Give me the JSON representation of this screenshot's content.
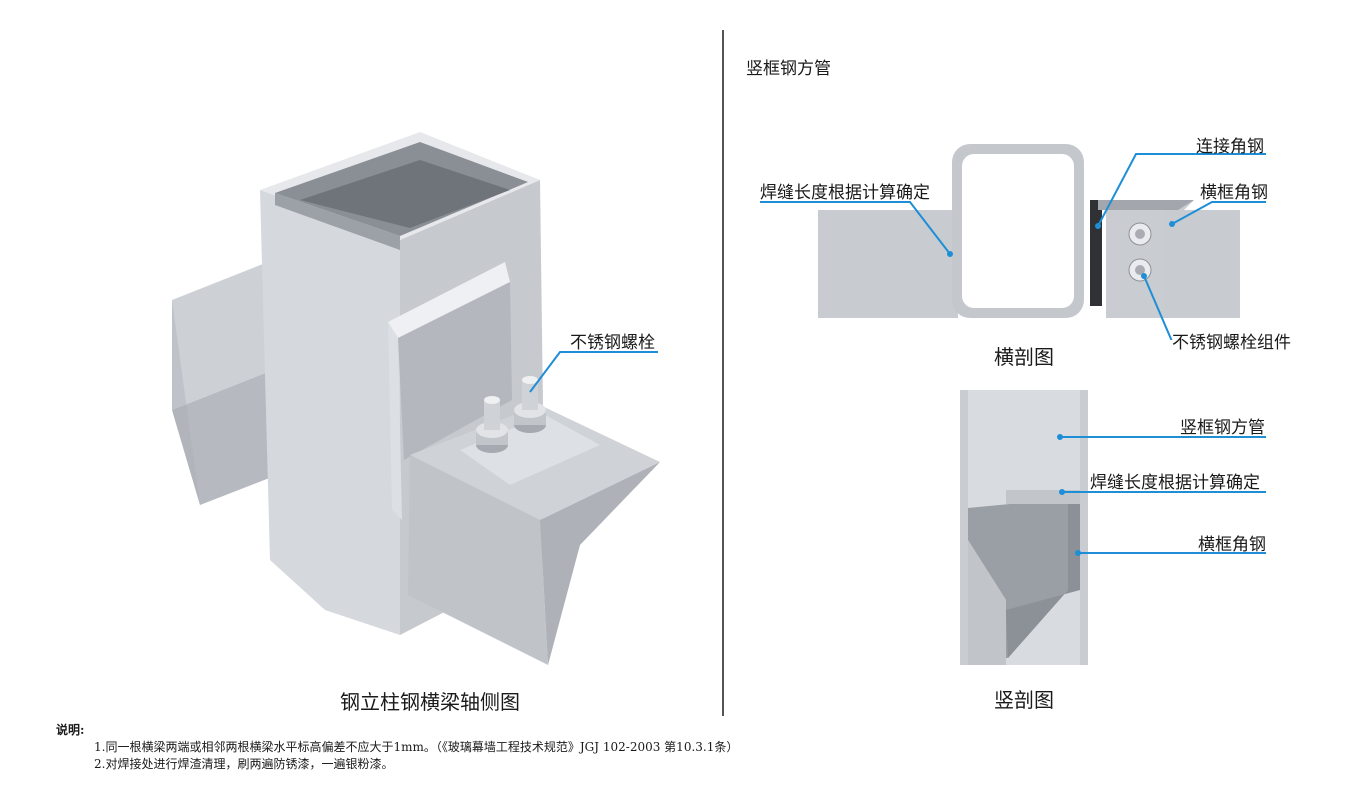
{
  "iso_view": {
    "caption": "钢立柱钢横梁轴侧图",
    "label_bolt": "不锈钢螺栓"
  },
  "section_h": {
    "heading": "竖框钢方管",
    "caption": "横剖图",
    "label_weld": "焊缝长度根据计算确定",
    "label_connect_angle": "连接角钢",
    "label_transom_angle": "横框角钢",
    "label_bolt_assembly": "不锈钢螺栓组件"
  },
  "section_v": {
    "caption": "竖剖图",
    "label_tube": "竖框钢方管",
    "label_weld": "焊缝长度根据计算确定",
    "label_transom_angle": "横框角钢"
  },
  "notes": {
    "title": "说明:",
    "items": [
      "1.同一根横梁两端或相邻两根横梁水平标高偏差不应大于1mm。（《玻璃幕墙工程技术规范》JGJ 102-2003 第10.3.1条）",
      "2.对焊接处进行焊渣清理，刷两遍防锈漆，一遍银粉漆。"
    ]
  },
  "colors": {
    "leader": "#1e8fd6",
    "steel_light": "#dfe2e7",
    "steel_mid": "#c3c7cd",
    "steel_dark": "#8e9299",
    "divider": "#555555"
  }
}
